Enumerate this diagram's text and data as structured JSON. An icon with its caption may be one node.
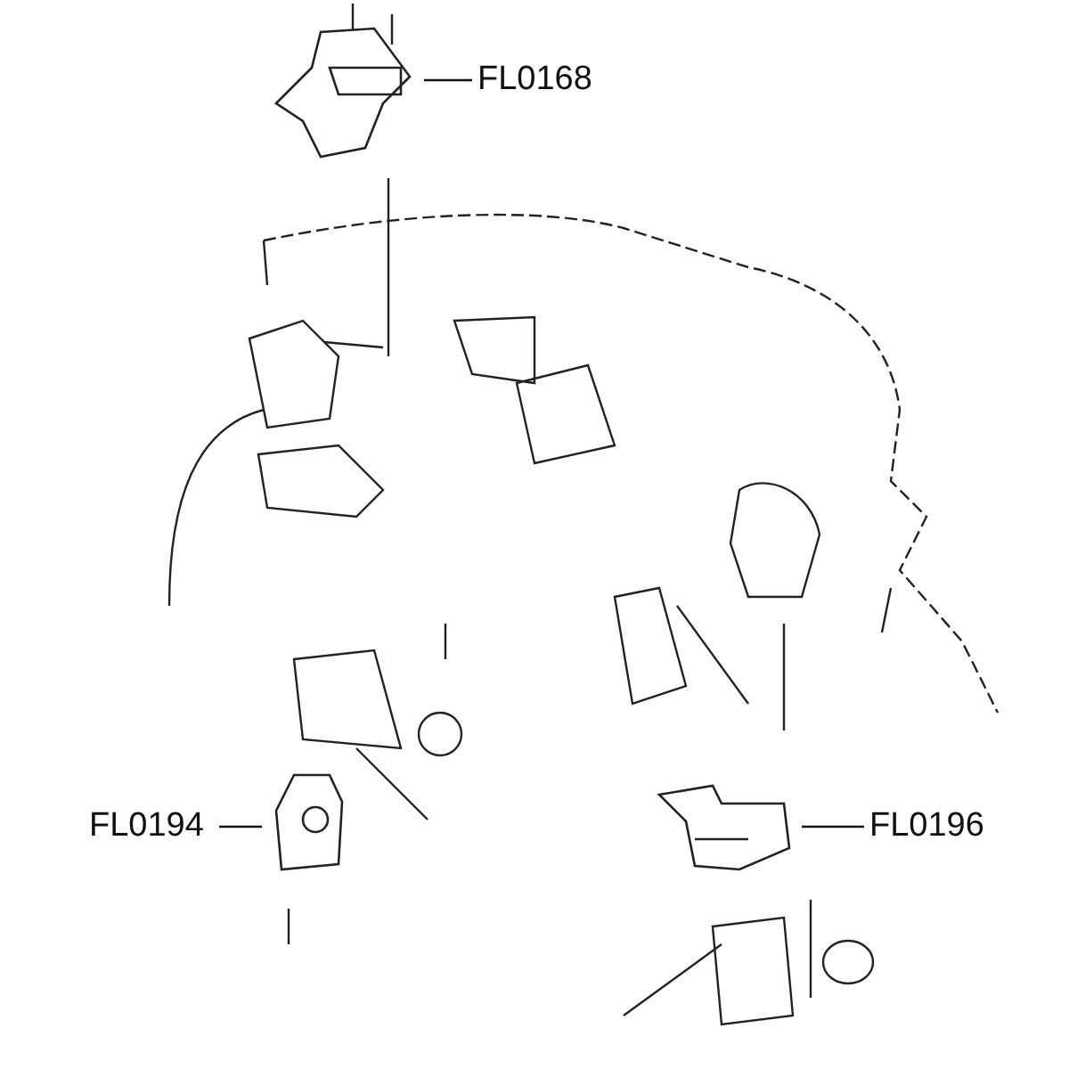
{
  "diagram": {
    "nodes": [
      {
        "text": [
          "FL0168"
        ]
      },
      {
        "text": [],
        "shape": "picture"
      },
      {
        "text": [
          "FL0194"
        ]
      },
      {
        "text": [],
        "shape": "picture"
      },
      {
        "text": [
          "FL0196"
        ]
      },
      {
        "text": [],
        "shape": "picture"
      }
    ],
    "edges": [
      {
        "from": 0,
        "to": 1,
        "arrow": "none"
      },
      {
        "from": 2,
        "to": 3,
        "arrow": "none"
      },
      {
        "from": 4,
        "to": 5,
        "arrow": "none"
      }
    ]
  }
}
